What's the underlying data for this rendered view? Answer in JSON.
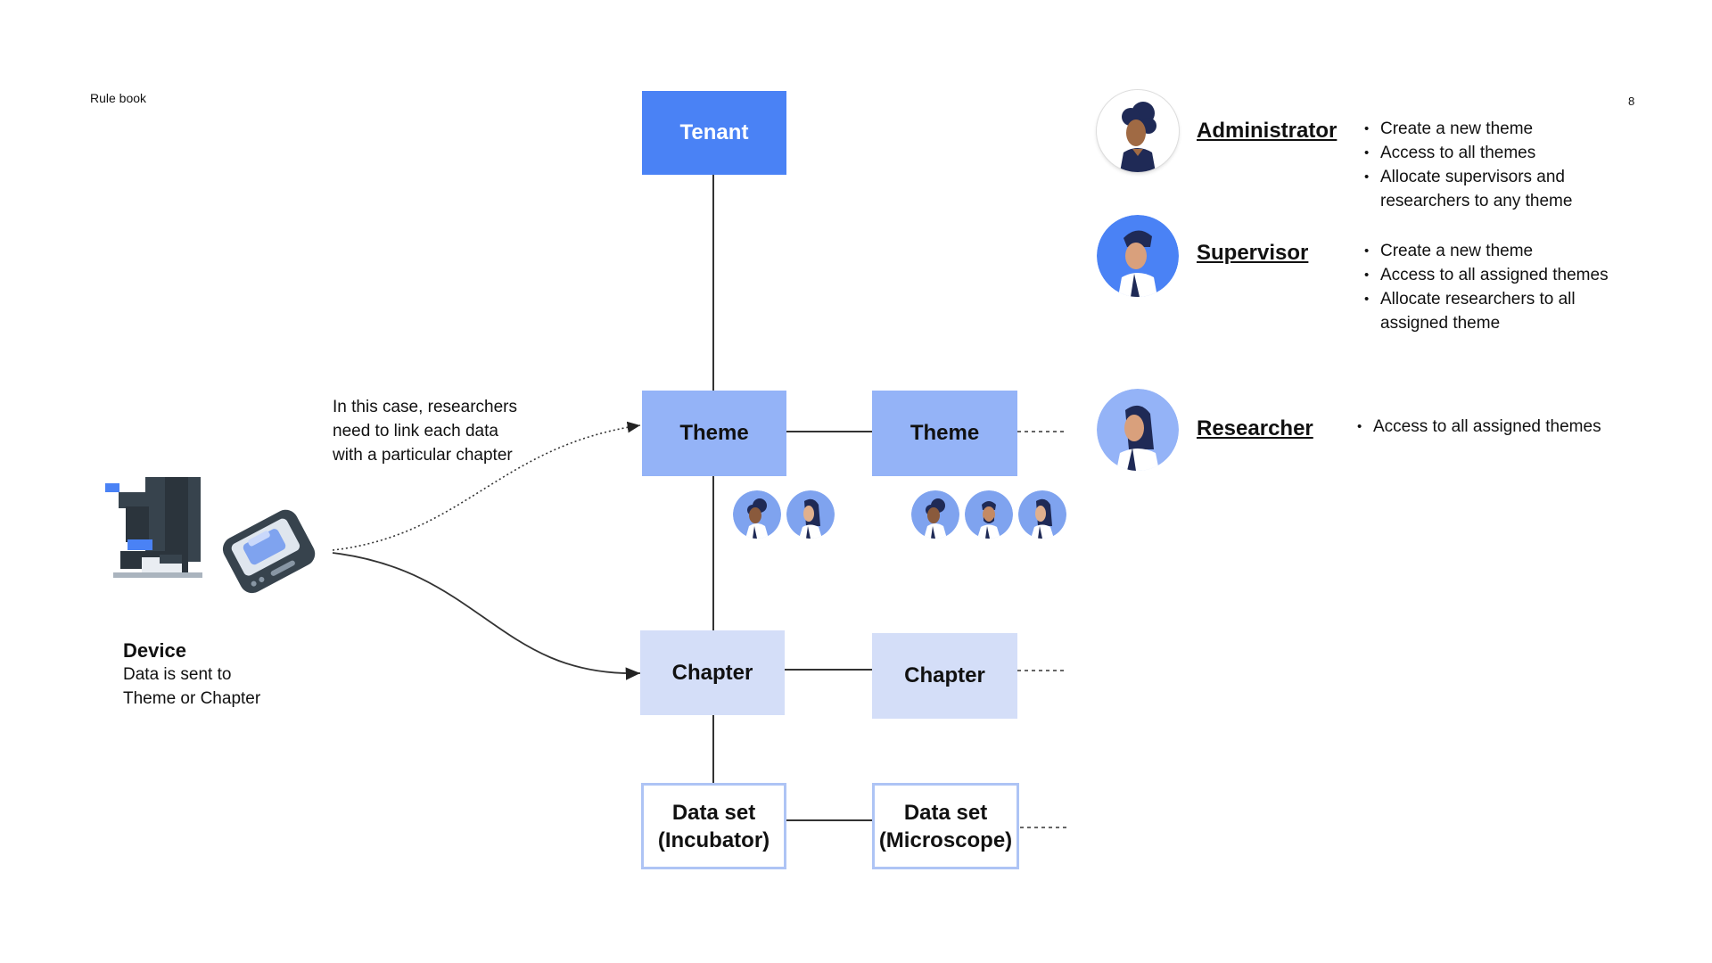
{
  "page": {
    "label": "Rule book",
    "number": "8"
  },
  "hierarchy": {
    "tenant": "Tenant",
    "themes": [
      "Theme",
      "Theme"
    ],
    "chapters": [
      "Chapter",
      "Chapter"
    ],
    "datasets": [
      {
        "line1": "Data set",
        "line2": "(Incubator)"
      },
      {
        "line1": "Data set",
        "line2": "(Microscope)"
      }
    ]
  },
  "annotation": {
    "lines": [
      "In this case, researchers",
      "need to link each data",
      "with a particular chapter"
    ]
  },
  "device": {
    "title": "Device",
    "line1": "Data is sent to",
    "line2": "Theme or Chapter"
  },
  "roles": [
    {
      "name": "Administrator",
      "permissions": [
        "Create a new theme",
        "Access to all themes",
        "Allocate supervisors and",
        "researchers to any theme"
      ]
    },
    {
      "name": "Supervisor",
      "permissions": [
        "Create a new theme",
        "Access to all assigned themes",
        "Allocate researchers to all",
        "assigned theme"
      ]
    },
    {
      "name": "Researcher",
      "permissions": [
        "Access to all assigned themes"
      ]
    }
  ],
  "colors": {
    "tenant": "#4a82f5",
    "theme": "#94b3f7",
    "chapter": "#d4def8",
    "dataset_border": "#aec4f5",
    "avatar_bg": "#7fa3ef",
    "navy": "#1f2a56"
  }
}
